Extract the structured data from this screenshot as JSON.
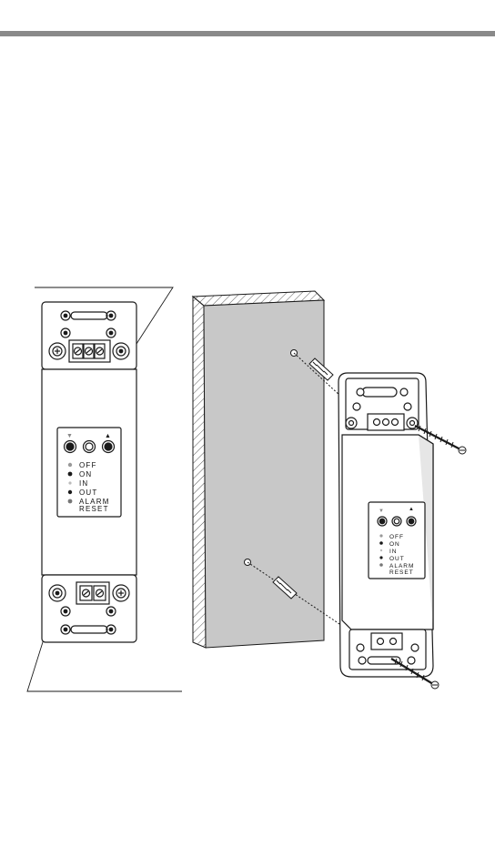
{
  "panel": {
    "indicators": {
      "off": "OFF",
      "on": "ON",
      "in": "IN",
      "out": "OUT",
      "alarm": "ALARM",
      "reset": "RESET"
    },
    "buttons": {
      "down_symbol": "▼",
      "up_symbol": "▲"
    }
  },
  "colors": {
    "header_rule": "#8a8a8a",
    "wall_face": "#c8c8c8",
    "line": "#1a1a1a"
  }
}
